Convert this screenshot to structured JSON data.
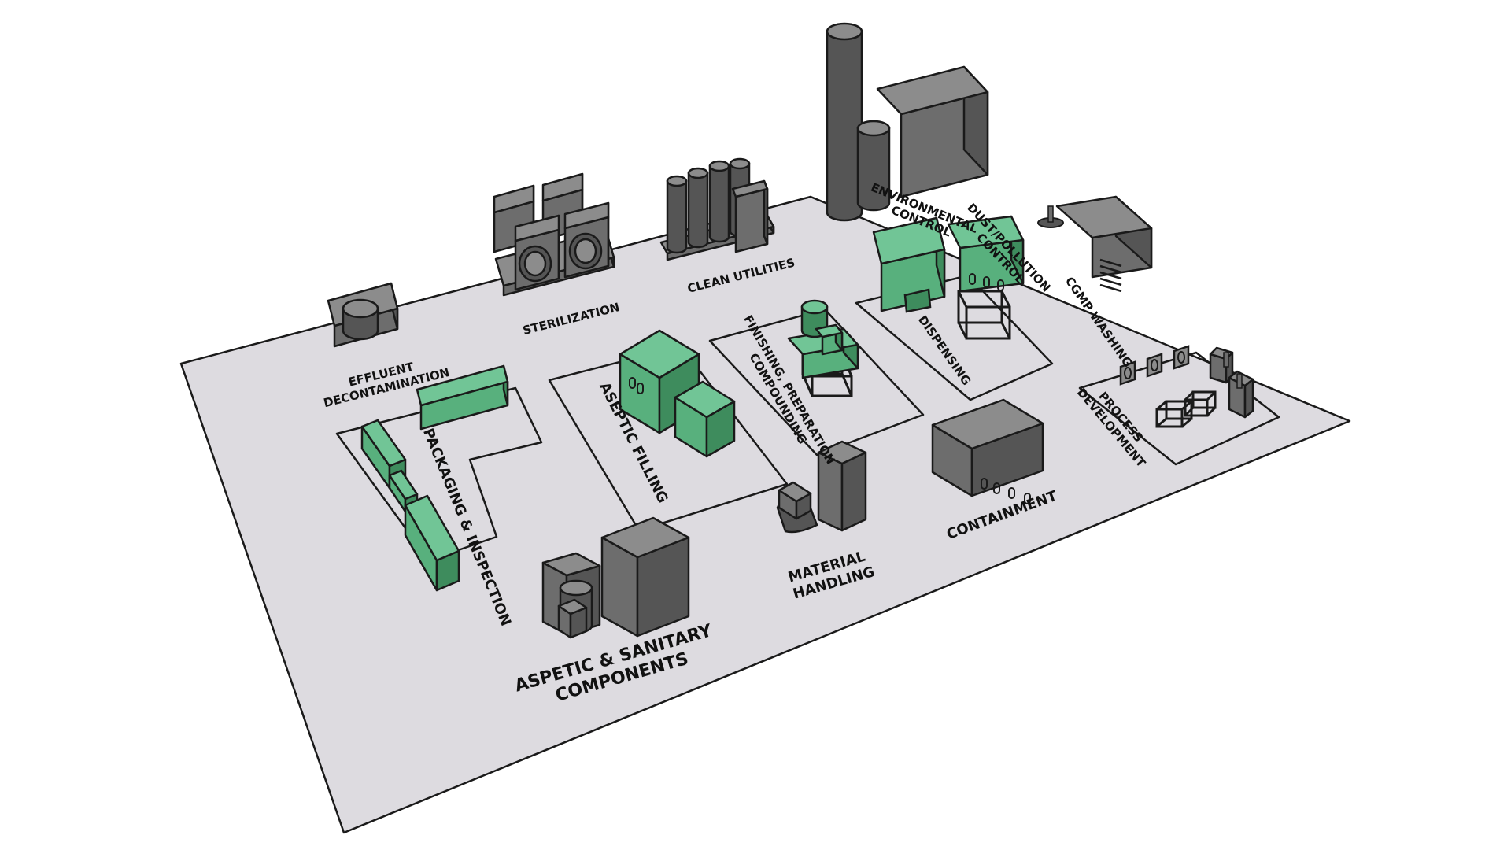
{
  "colors": {
    "background": "#ffffff",
    "floor": "#dddbe0",
    "outline": "#1a1a1a",
    "green_top": "#71c596",
    "green_left": "#58b07d",
    "green_right": "#3e8c5d",
    "gray_top": "#8c8c8c",
    "gray_left": "#6d6d6d",
    "gray_right": "#555555"
  },
  "areas": {
    "effluent": [
      "EFFLUENT",
      "DECONTAMINATION"
    ],
    "sterilization": "STERILIZATION",
    "clean_utilities": "CLEAN UTILITIES",
    "environmental": [
      "ENVIRONMENTAL",
      "CONTROL"
    ],
    "dust": [
      "DUST/POLLUTION",
      "CONTROL"
    ],
    "cgmp": "CGMP WASHING",
    "dispensing": "DISPENSING",
    "finishing": [
      "FINISHING, PREPARATION",
      "COMPOUNDING"
    ],
    "aseptic_filling": "ASEPTIC FILLING",
    "packaging": "PACKAGING & INSPECTION",
    "process_dev": [
      "PROCESS",
      "DEVELOPMENT"
    ],
    "containment": "CONTAINMENT",
    "material_handling": [
      "MATERIAL",
      "HANDLING"
    ],
    "aseptic_sanitary": [
      "ASPETIC & SANITARY",
      "COMPONENTS"
    ]
  }
}
